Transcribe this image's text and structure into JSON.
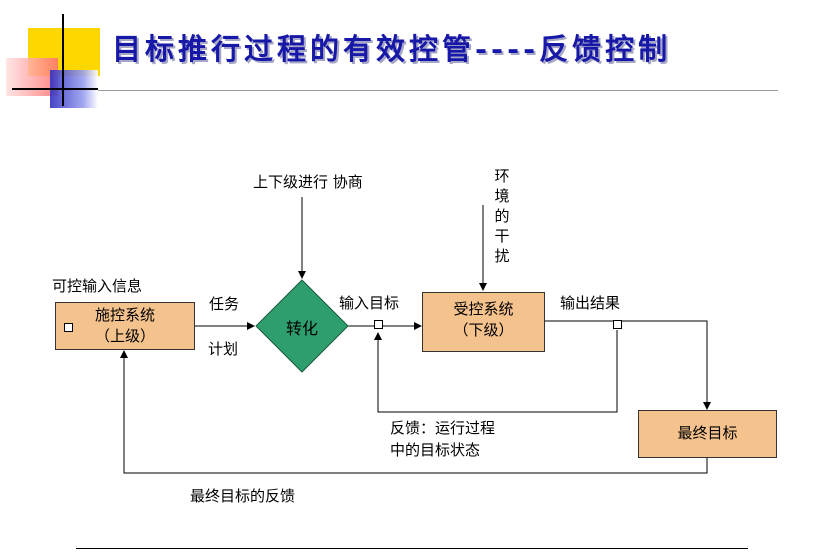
{
  "title": "目标推行过程的有效控管----反馈控制",
  "nodes": {
    "control_system": {
      "line1": "施控系统",
      "line2": "（上级）"
    },
    "transform": "转化",
    "controlled_system": {
      "line1": "受控系统",
      "line2": "（下级）"
    },
    "final_goal": "最终目标"
  },
  "labels": {
    "controllable_input": "可控输入信息",
    "task": "任务",
    "plan": "计划",
    "negotiation": "上下级进行 协商",
    "input_goal": "输入目标",
    "output_result": "输出结果",
    "env_interference": [
      "环",
      "境",
      "的",
      "干",
      "扰"
    ],
    "feedback_line1": "反馈：运行过程",
    "feedback_line2": "中的目标状态",
    "final_feedback": "最终目标的反馈"
  },
  "colors": {
    "title": "#1818a8",
    "box_fill": "#f4c28c",
    "diamond_fill": "#2e9e6e"
  }
}
